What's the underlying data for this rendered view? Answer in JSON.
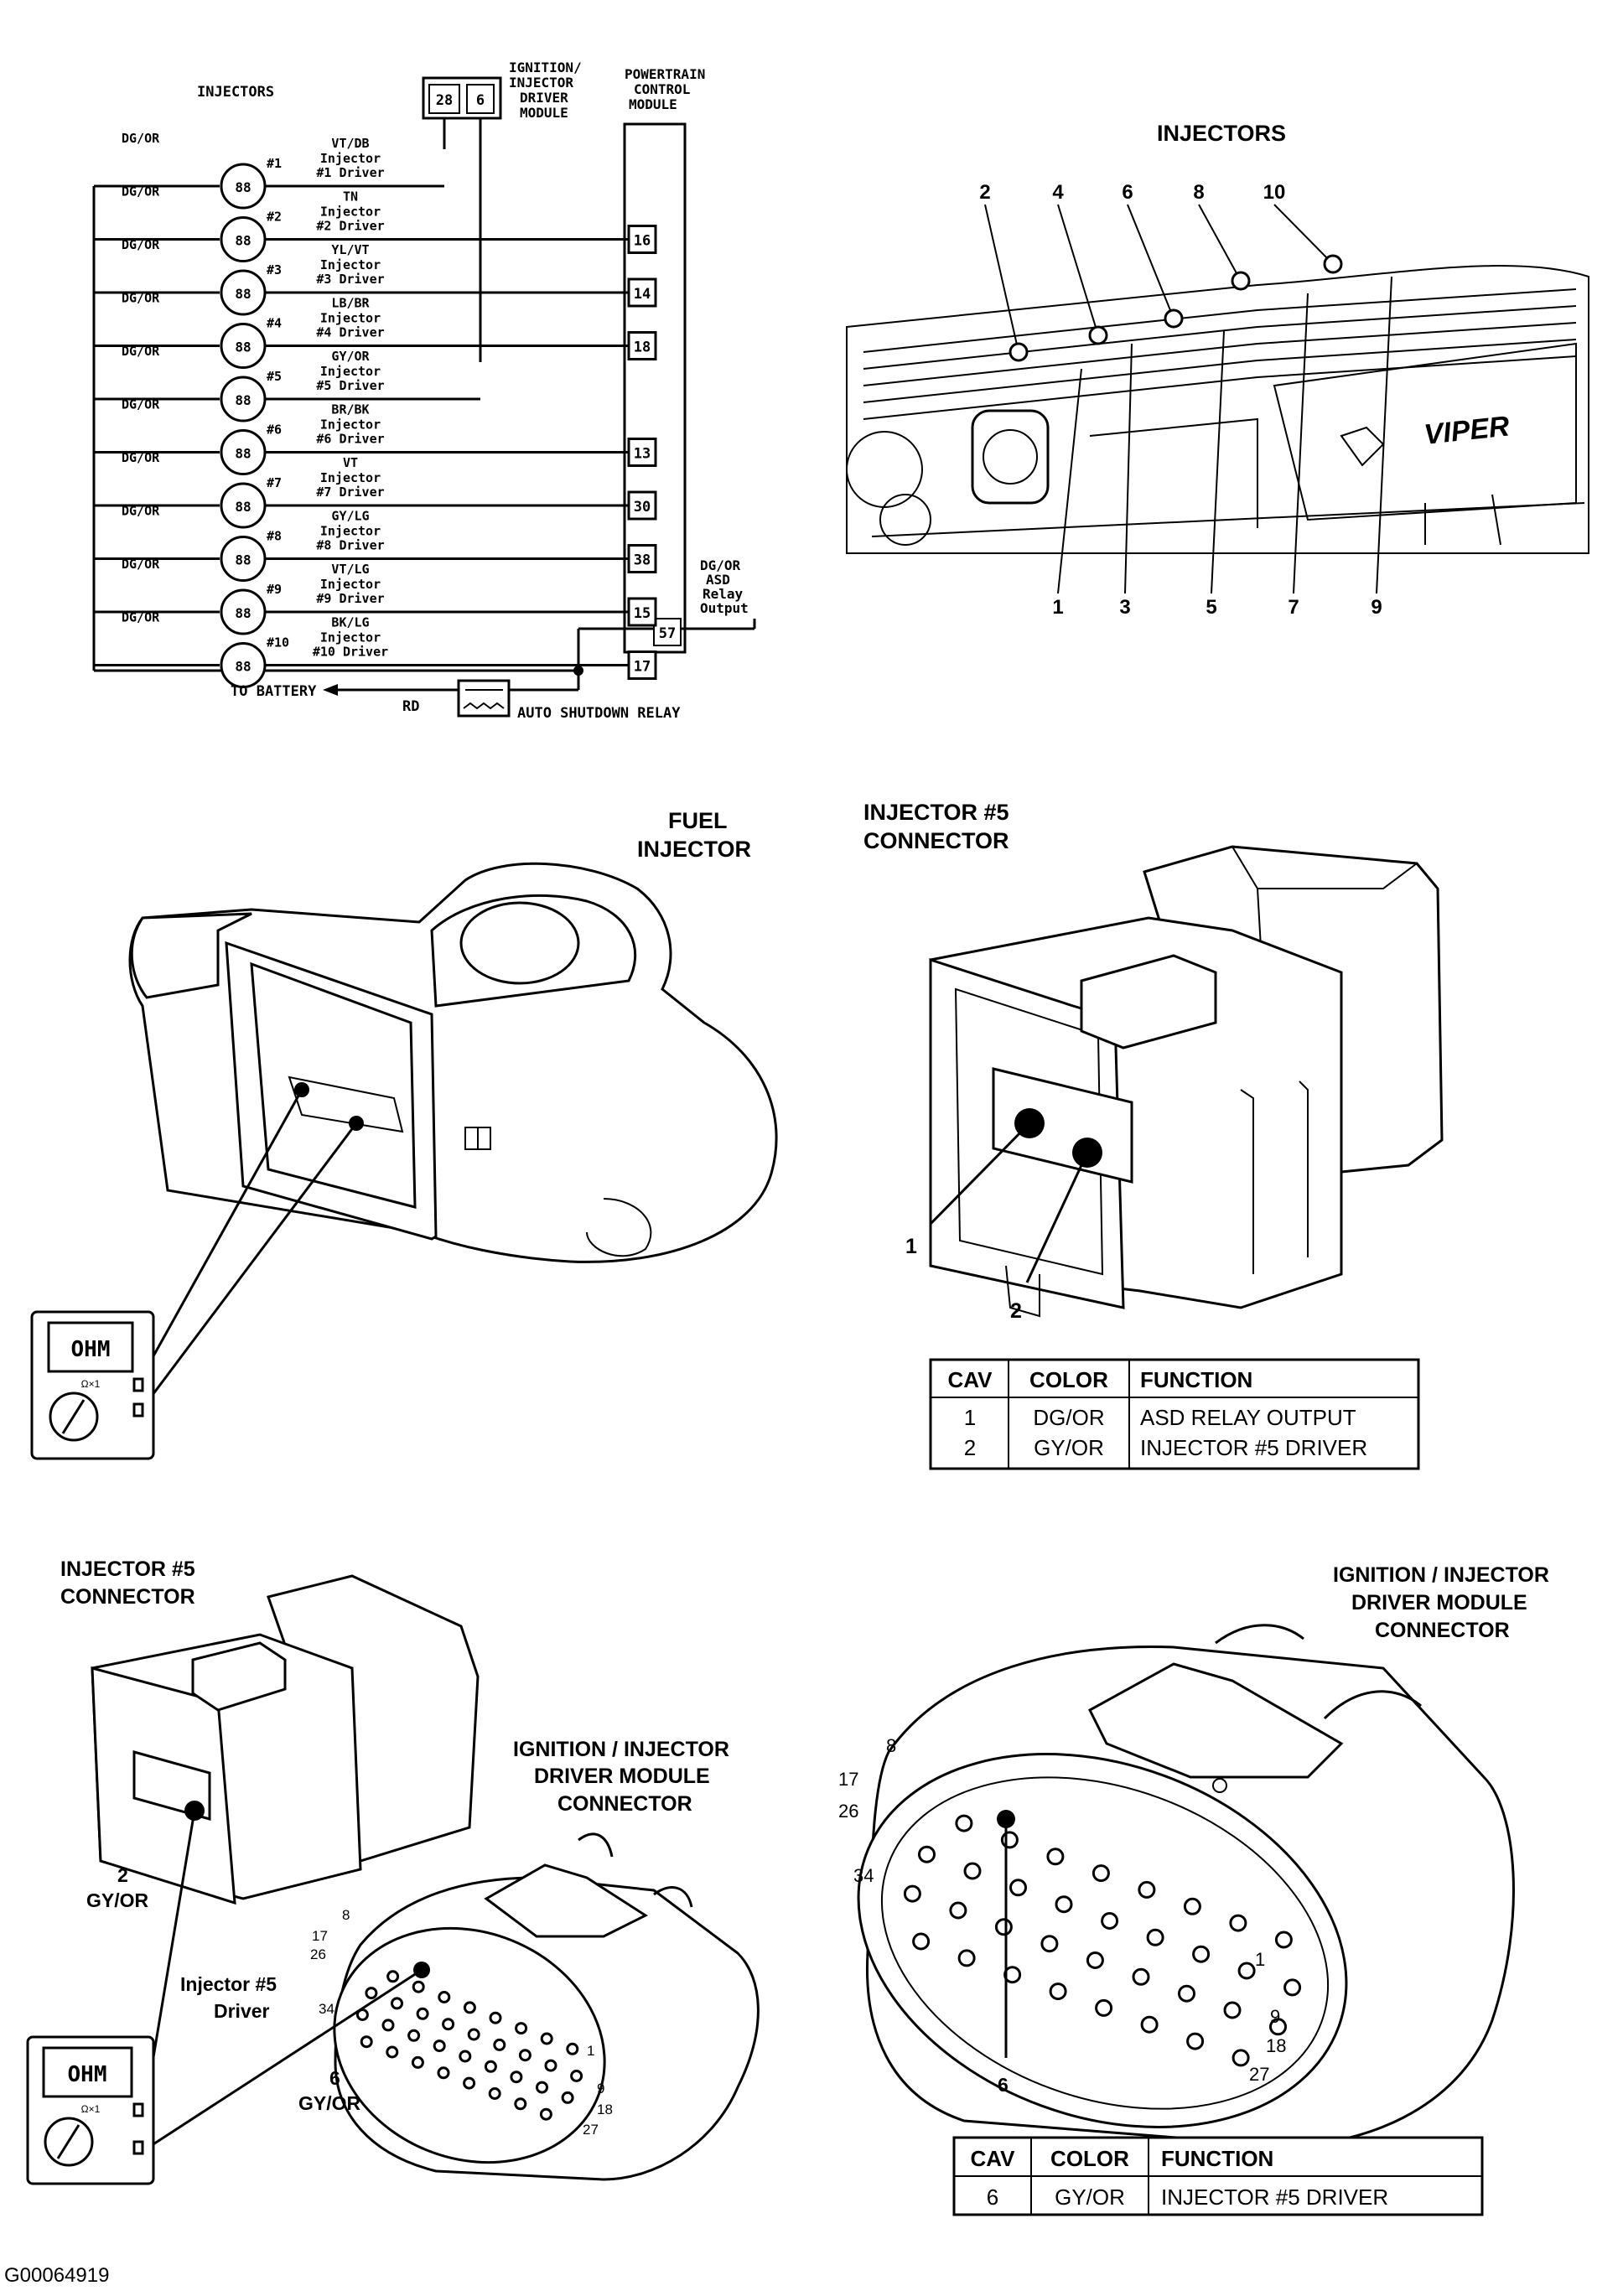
{
  "wiring": {
    "injectors_label": "INJECTORS",
    "idm_label": [
      "IGNITION/",
      "INJECTOR",
      "DRIVER",
      "MODULE"
    ],
    "pcm_label": [
      "POWERTRAIN",
      "CONTROL",
      "MODULE"
    ],
    "idm_pins": [
      "28",
      "6"
    ],
    "to_battery": "TO BATTERY",
    "rd": "RD",
    "relay_label": "AUTO SHUTDOWN RELAY",
    "asd_label": [
      "DG/OR",
      "ASD",
      "Relay",
      "Output"
    ],
    "asd_pin": "57",
    "injector_symbol": "88",
    "rows": [
      {
        "num": "#1",
        "ground": "DG/OR",
        "wire": "VT/DB",
        "l1": "Injector",
        "l2": "#1 Driver",
        "pin": ""
      },
      {
        "num": "#2",
        "ground": "DG/OR",
        "wire": "TN",
        "l1": "Injector",
        "l2": "#2 Driver",
        "pin": "16"
      },
      {
        "num": "#3",
        "ground": "DG/OR",
        "wire": "YL/VT",
        "l1": "Injector",
        "l2": "#3 Driver",
        "pin": "14"
      },
      {
        "num": "#4",
        "ground": "DG/OR",
        "wire": "LB/BR",
        "l1": "Injector",
        "l2": "#4 Driver",
        "pin": "18"
      },
      {
        "num": "#5",
        "ground": "DG/OR",
        "wire": "GY/OR",
        "l1": "Injector",
        "l2": "#5 Driver",
        "pin": ""
      },
      {
        "num": "#6",
        "ground": "DG/OR",
        "wire": "BR/BK",
        "l1": "Injector",
        "l2": "#6 Driver",
        "pin": "13"
      },
      {
        "num": "#7",
        "ground": "DG/OR",
        "wire": "VT",
        "l1": "Injector",
        "l2": "#7 Driver",
        "pin": "30"
      },
      {
        "num": "#8",
        "ground": "DG/OR",
        "wire": "GY/LG",
        "l1": "Injector",
        "l2": "#8 Driver",
        "pin": "38"
      },
      {
        "num": "#9",
        "ground": "DG/OR",
        "wire": "VT/LG",
        "l1": "Injector",
        "l2": "#9 Driver",
        "pin": "15"
      },
      {
        "num": "#10",
        "ground": "DG/OR",
        "wire": "BK/LG",
        "l1": "Injector",
        "l2": "#10 Driver",
        "pin": "17"
      }
    ]
  },
  "engine": {
    "title": "INJECTORS",
    "numbers_top": [
      "2",
      "4",
      "6",
      "8",
      "10"
    ],
    "numbers_bottom": [
      "1",
      "3",
      "5",
      "7",
      "9"
    ],
    "badge": "VIPER"
  },
  "fuel_injector": {
    "title": [
      "FUEL",
      "INJECTOR"
    ],
    "meter_label": "OHM",
    "meter_range": "Ω×1"
  },
  "inj5_connector": {
    "title": [
      "INJECTOR #5",
      "CONNECTOR"
    ],
    "pin_labels": [
      "1",
      "2"
    ],
    "table": {
      "headers": [
        "CAV",
        "COLOR",
        "FUNCTION"
      ],
      "rows": [
        [
          "1",
          "DG/OR",
          "ASD RELAY OUTPUT"
        ],
        [
          "2",
          "GY/OR",
          "INJECTOR #5 DRIVER"
        ]
      ]
    }
  },
  "bottom_left": {
    "title": [
      "INJECTOR #5",
      "CONNECTOR"
    ],
    "pin2_label": [
      "2",
      "GY/OR"
    ],
    "idm_title": [
      "IGNITION / INJECTOR",
      "DRIVER MODULE",
      "CONNECTOR"
    ],
    "driver_label": [
      "Injector #5",
      "Driver"
    ],
    "pin6_label": [
      "6",
      "GY/OR"
    ],
    "cavity_numbers": [
      "8",
      "17",
      "26",
      "34",
      "1",
      "9",
      "18",
      "27"
    ],
    "meter_label": "OHM",
    "meter_range": "Ω×1"
  },
  "bottom_right": {
    "title": [
      "IGNITION / INJECTOR",
      "DRIVER MODULE",
      "CONNECTOR"
    ],
    "cavity_numbers": [
      "8",
      "17",
      "26",
      "34",
      "1",
      "9",
      "18",
      "27"
    ],
    "pin_label": "6",
    "table": {
      "headers": [
        "CAV",
        "COLOR",
        "FUNCTION"
      ],
      "rows": [
        [
          "6",
          "GY/OR",
          "INJECTOR #5 DRIVER"
        ]
      ]
    }
  },
  "figure_id": "G00064919"
}
